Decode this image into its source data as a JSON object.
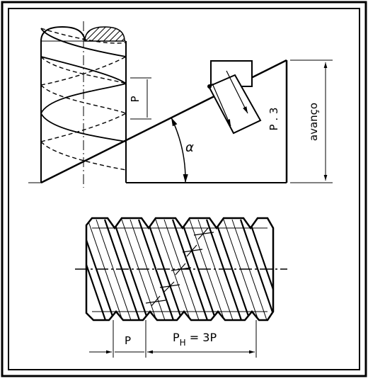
{
  "colors": {
    "ink": "#000000",
    "paper": "#ffffff"
  },
  "top_figure": {
    "pitch_label": "P",
    "angle_label": "α",
    "lead_label": "P . 3",
    "feed_label": "avanço"
  },
  "bottom_figure": {
    "pitch_label": "P",
    "lead_label": "P",
    "lead_subscript": "H",
    "lead_value": " = 3P"
  }
}
